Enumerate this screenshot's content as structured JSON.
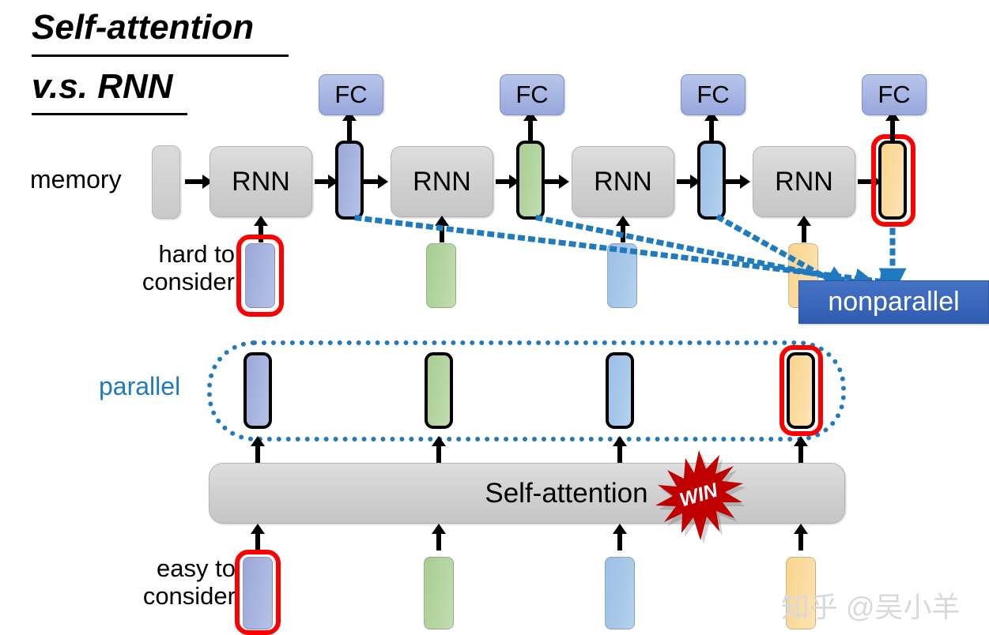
{
  "title": {
    "line1": "Self-attention",
    "line2": "v.s. RNN"
  },
  "labels": {
    "memory": "memory",
    "hard_to_consider_line1": "hard to",
    "hard_to_consider_line2": "consider",
    "easy_to_consider_line1": "easy to",
    "easy_to_consider_line2": "consider",
    "parallel": "parallel",
    "nonparallel": "nonparallel"
  },
  "rnn_row": {
    "cell_label": "RNN",
    "cells": [
      "RNN",
      "RNN",
      "RNN",
      "RNN"
    ],
    "fc_label": "FC",
    "fc_boxes": [
      "FC",
      "FC",
      "FC",
      "FC"
    ]
  },
  "self_attention": {
    "label": "Self-attention",
    "badge": "WIN"
  },
  "vectors": {
    "colors": [
      "#a3b0dc",
      "#aed59b",
      "#a4c5e8",
      "#fbd992"
    ],
    "names": [
      "blue",
      "green",
      "sky",
      "orange"
    ]
  },
  "colors": {
    "accent_blue": "#1f7ac0",
    "highlight_red": "#ff0000",
    "fc_fill": "#96a7dd",
    "grey_fill": "#cfcfcf",
    "nonparallel_fill": "#4472c4",
    "win_red": "#c00000"
  },
  "watermark": "知乎 @吴小羊"
}
